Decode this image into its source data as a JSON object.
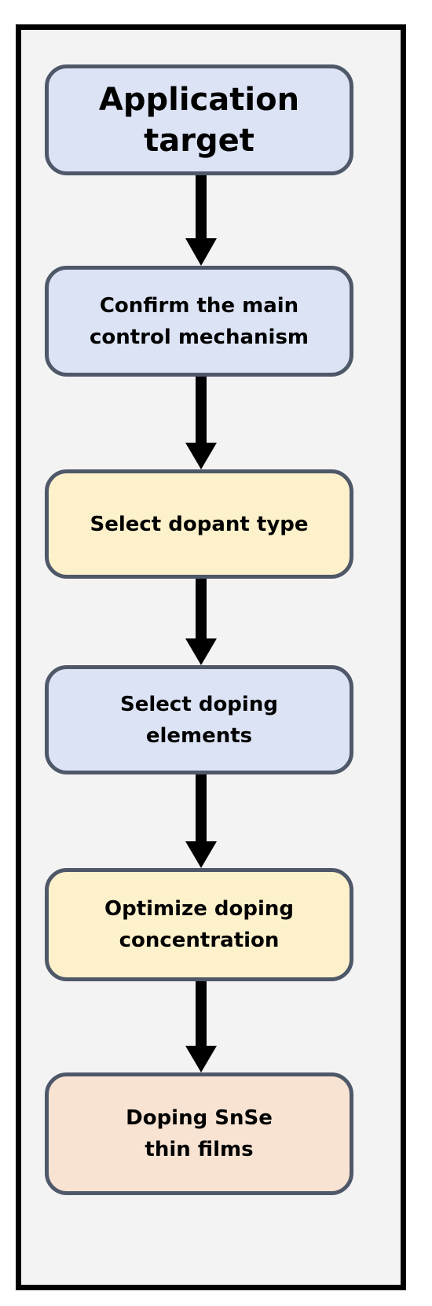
{
  "colors": {
    "frame_border": "#000000",
    "frame_fill": "#f3f3f3",
    "box_border": "#4e5868",
    "blue_box": "#dce3f5",
    "yellow_box": "#fdf1cb",
    "peach_box": "#f8e3d3",
    "arrow": "#000000"
  },
  "flow": {
    "step1": {
      "label": "Application target"
    },
    "step2": {
      "label": "Confirm the main control mechanism"
    },
    "step3": {
      "label": "Select dopant type"
    },
    "step4": {
      "label": "Select doping elements"
    },
    "step5": {
      "label": "Optimize doping concentration"
    },
    "step6": {
      "label": "Doping SnSe thin films"
    }
  }
}
